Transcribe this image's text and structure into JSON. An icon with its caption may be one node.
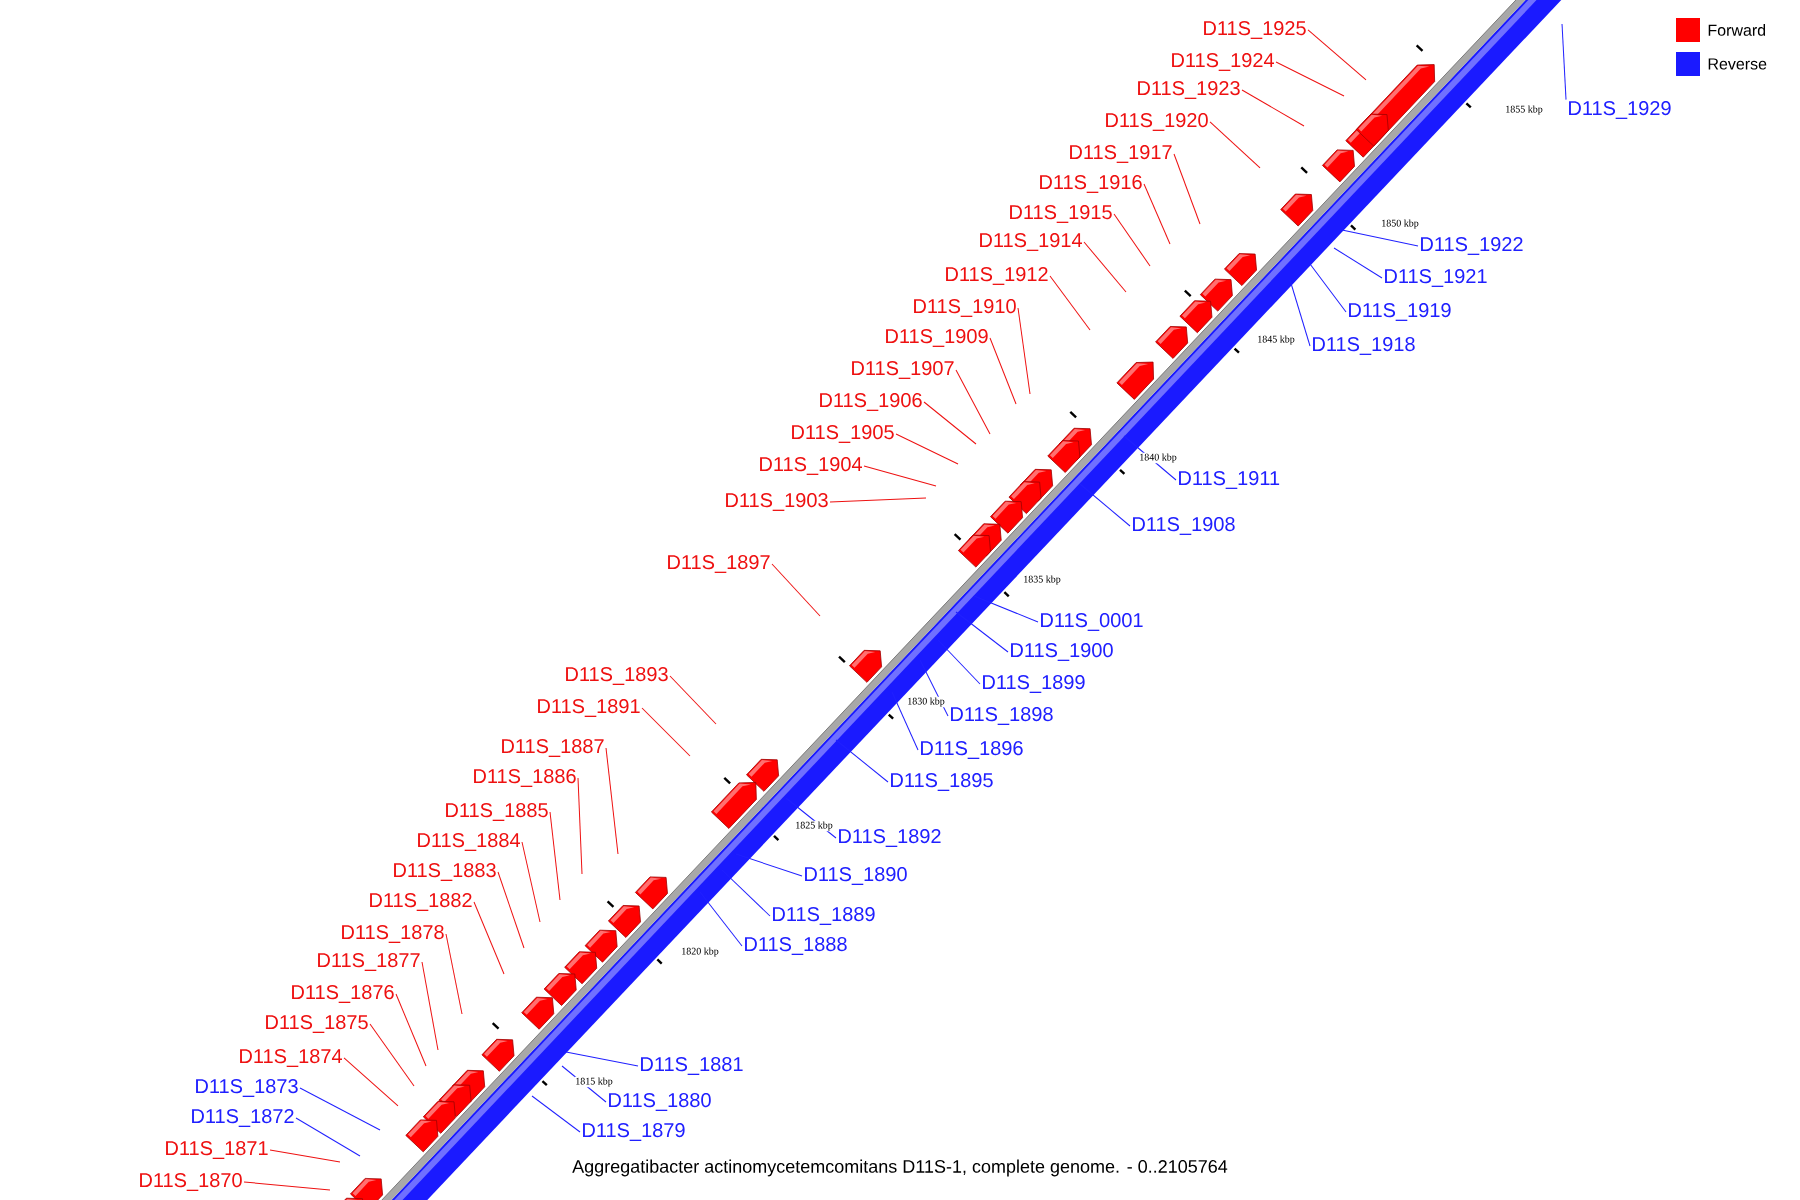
{
  "diagram": {
    "caption": "Aggregatibacter actinomycetemcomitans D11S-1, complete genome. - 0..2105764",
    "nodes": [
      {
        "text": [
          "D11S_1925"
        ]
      },
      {
        "text": [
          "D11S_1924"
        ]
      },
      {
        "text": [
          "D11S_1923"
        ]
      },
      {
        "text": [
          "D11S_1920"
        ]
      },
      {
        "text": [
          "D11S_1917"
        ]
      },
      {
        "text": [
          "D11S_1916"
        ]
      },
      {
        "text": [
          "D11S_1915"
        ]
      },
      {
        "text": [
          "D11S_1914"
        ]
      },
      {
        "text": [
          "D11S_1912"
        ]
      },
      {
        "text": [
          "D11S_1910"
        ]
      },
      {
        "text": [
          "D11S_1909"
        ]
      },
      {
        "text": [
          "D11S_1907"
        ]
      },
      {
        "text": [
          "D11S_1906"
        ]
      },
      {
        "text": [
          "D11S_1905"
        ]
      },
      {
        "text": [
          "D11S_1904"
        ]
      },
      {
        "text": [
          "D11S_1903"
        ]
      },
      {
        "text": [
          "D11S_1897"
        ]
      },
      {
        "text": [
          "D11S_1893"
        ]
      },
      {
        "text": [
          "D11S_1891"
        ]
      },
      {
        "text": [
          "D11S_1887"
        ]
      },
      {
        "text": [
          "D11S_1886"
        ]
      },
      {
        "text": [
          "D11S_1885"
        ]
      },
      {
        "text": [
          "D11S_1884"
        ]
      },
      {
        "text": [
          "D11S_1883"
        ]
      },
      {
        "text": [
          "D11S_1882"
        ]
      },
      {
        "text": [
          "D11S_1878"
        ]
      },
      {
        "text": [
          "D11S_1877"
        ]
      },
      {
        "text": [
          "D11S_1876"
        ]
      },
      {
        "text": [
          "D11S_1875"
        ]
      },
      {
        "text": [
          "D11S_1874"
        ]
      },
      {
        "text": [
          "D11S_1871"
        ]
      },
      {
        "text": [
          "D11S_1870"
        ]
      },
      {
        "text": [
          "D11S_1929"
        ]
      },
      {
        "text": [
          "D11S_1922"
        ]
      },
      {
        "text": [
          "D11S_1921"
        ]
      },
      {
        "text": [
          "D11S_1919"
        ]
      },
      {
        "text": [
          "D11S_1918"
        ]
      },
      {
        "text": [
          "D11S_1911"
        ]
      },
      {
        "text": [
          "D11S_1908"
        ]
      },
      {
        "text": [
          "D11S_0001"
        ]
      },
      {
        "text": [
          "D11S_1900"
        ]
      },
      {
        "text": [
          "D11S_1899"
        ]
      },
      {
        "text": [
          "D11S_1898"
        ]
      },
      {
        "text": [
          "D11S_1896"
        ]
      },
      {
        "text": [
          "D11S_1895"
        ]
      },
      {
        "text": [
          "D11S_1892"
        ]
      },
      {
        "text": [
          "D11S_1890"
        ]
      },
      {
        "text": [
          "D11S_1889"
        ]
      },
      {
        "text": [
          "D11S_1888"
        ]
      },
      {
        "text": [
          "D11S_1881"
        ]
      },
      {
        "text": [
          "D11S_1880"
        ]
      },
      {
        "text": [
          "D11S_1879"
        ]
      },
      {
        "text": [
          "D11S_1873"
        ]
      },
      {
        "text": [
          "D11S_1872"
        ]
      }
    ],
    "edges": [
      {
        "from": 0,
        "to": null,
        "arrow": "none"
      },
      {
        "from": 1,
        "to": null,
        "arrow": "none"
      },
      {
        "from": 2,
        "to": null,
        "arrow": "none"
      },
      {
        "from": 3,
        "to": null,
        "arrow": "none"
      },
      {
        "from": 4,
        "to": null,
        "arrow": "none"
      },
      {
        "from": 5,
        "to": null,
        "arrow": "none"
      },
      {
        "from": 6,
        "to": null,
        "arrow": "none"
      },
      {
        "from": 7,
        "to": null,
        "arrow": "none"
      },
      {
        "from": 8,
        "to": null,
        "arrow": "none"
      },
      {
        "from": 9,
        "to": null,
        "arrow": "none"
      },
      {
        "from": 10,
        "to": null,
        "arrow": "none"
      },
      {
        "from": 11,
        "to": null,
        "arrow": "none"
      },
      {
        "from": 12,
        "to": null,
        "arrow": "none"
      },
      {
        "from": 13,
        "to": null,
        "arrow": "none"
      },
      {
        "from": 14,
        "to": null,
        "arrow": "none"
      },
      {
        "from": 15,
        "to": null,
        "arrow": "none"
      },
      {
        "from": 16,
        "to": null,
        "arrow": "none"
      },
      {
        "from": 17,
        "to": null,
        "arrow": "none"
      },
      {
        "from": 18,
        "to": null,
        "arrow": "none"
      },
      {
        "from": 19,
        "to": null,
        "arrow": "none"
      },
      {
        "from": 20,
        "to": null,
        "arrow": "none"
      },
      {
        "from": 21,
        "to": null,
        "arrow": "none"
      },
      {
        "from": 22,
        "to": null,
        "arrow": "none"
      },
      {
        "from": 23,
        "to": null,
        "arrow": "none"
      },
      {
        "from": 24,
        "to": null,
        "arrow": "none"
      },
      {
        "from": 25,
        "to": null,
        "arrow": "none"
      },
      {
        "from": 26,
        "to": null,
        "arrow": "none"
      },
      {
        "from": 27,
        "to": null,
        "arrow": "none"
      },
      {
        "from": 28,
        "to": null,
        "arrow": "none"
      },
      {
        "from": 29,
        "to": null,
        "arrow": "none"
      },
      {
        "from": 30,
        "to": null,
        "arrow": "none"
      },
      {
        "from": 31,
        "to": null,
        "arrow": "none"
      },
      {
        "from": 32,
        "to": null,
        "arrow": "none",
        "color": "#2020ff"
      },
      {
        "from": 33,
        "to": null,
        "arrow": "none",
        "color": "#2020ff"
      },
      {
        "from": 34,
        "to": null,
        "arrow": "none",
        "color": "#2020ff"
      },
      {
        "from": 35,
        "to": null,
        "arrow": "none",
        "color": "#2020ff"
      },
      {
        "from": 36,
        "to": null,
        "arrow": "none",
        "color": "#2020ff"
      },
      {
        "from": 37,
        "to": null,
        "arrow": "none",
        "color": "#2020ff"
      },
      {
        "from": 38,
        "to": null,
        "arrow": "none",
        "color": "#2020ff"
      },
      {
        "from": 39,
        "to": null,
        "arrow": "none",
        "color": "#2020ff"
      },
      {
        "from": 40,
        "to": null,
        "arrow": "none",
        "color": "#2020ff"
      },
      {
        "from": 41,
        "to": null,
        "arrow": "none",
        "color": "#2020ff"
      },
      {
        "from": 42,
        "to": null,
        "arrow": "none",
        "color": "#2020ff"
      },
      {
        "from": 43,
        "to": null,
        "arrow": "none",
        "color": "#2020ff"
      },
      {
        "from": 44,
        "to": null,
        "arrow": "none",
        "color": "#2020ff"
      },
      {
        "from": 45,
        "to": null,
        "arrow": "none",
        "color": "#2020ff"
      },
      {
        "from": 46,
        "to": null,
        "arrow": "none",
        "color": "#2020ff"
      },
      {
        "from": 47,
        "to": null,
        "arrow": "none",
        "color": "#2020ff"
      },
      {
        "from": 48,
        "to": null,
        "arrow": "none",
        "color": "#2020ff"
      },
      {
        "from": 49,
        "to": null,
        "arrow": "none",
        "color": "#2020ff"
      },
      {
        "from": 50,
        "to": null,
        "arrow": "none",
        "color": "#2020ff"
      },
      {
        "from": 51,
        "to": null,
        "arrow": "none",
        "color": "#2020ff"
      },
      {
        "from": 52,
        "to": null,
        "arrow": "none",
        "color": "#2020ff"
      },
      {
        "from": 53,
        "to": null,
        "arrow": "none",
        "color": "#2020ff"
      }
    ],
    "labels": [
      "1855 kbp",
      "1850 kbp",
      "1845 kbp",
      "1840 kbp",
      "1835 kbp",
      "1830 kbp",
      "1825 kbp",
      "1820 kbp",
      "1815 kbp"
    ],
    "legend": [
      {
        "text": "Forward",
        "color": "#ff0000"
      },
      {
        "text": "Reverse",
        "color": "#1a1aff"
      }
    ]
  }
}
